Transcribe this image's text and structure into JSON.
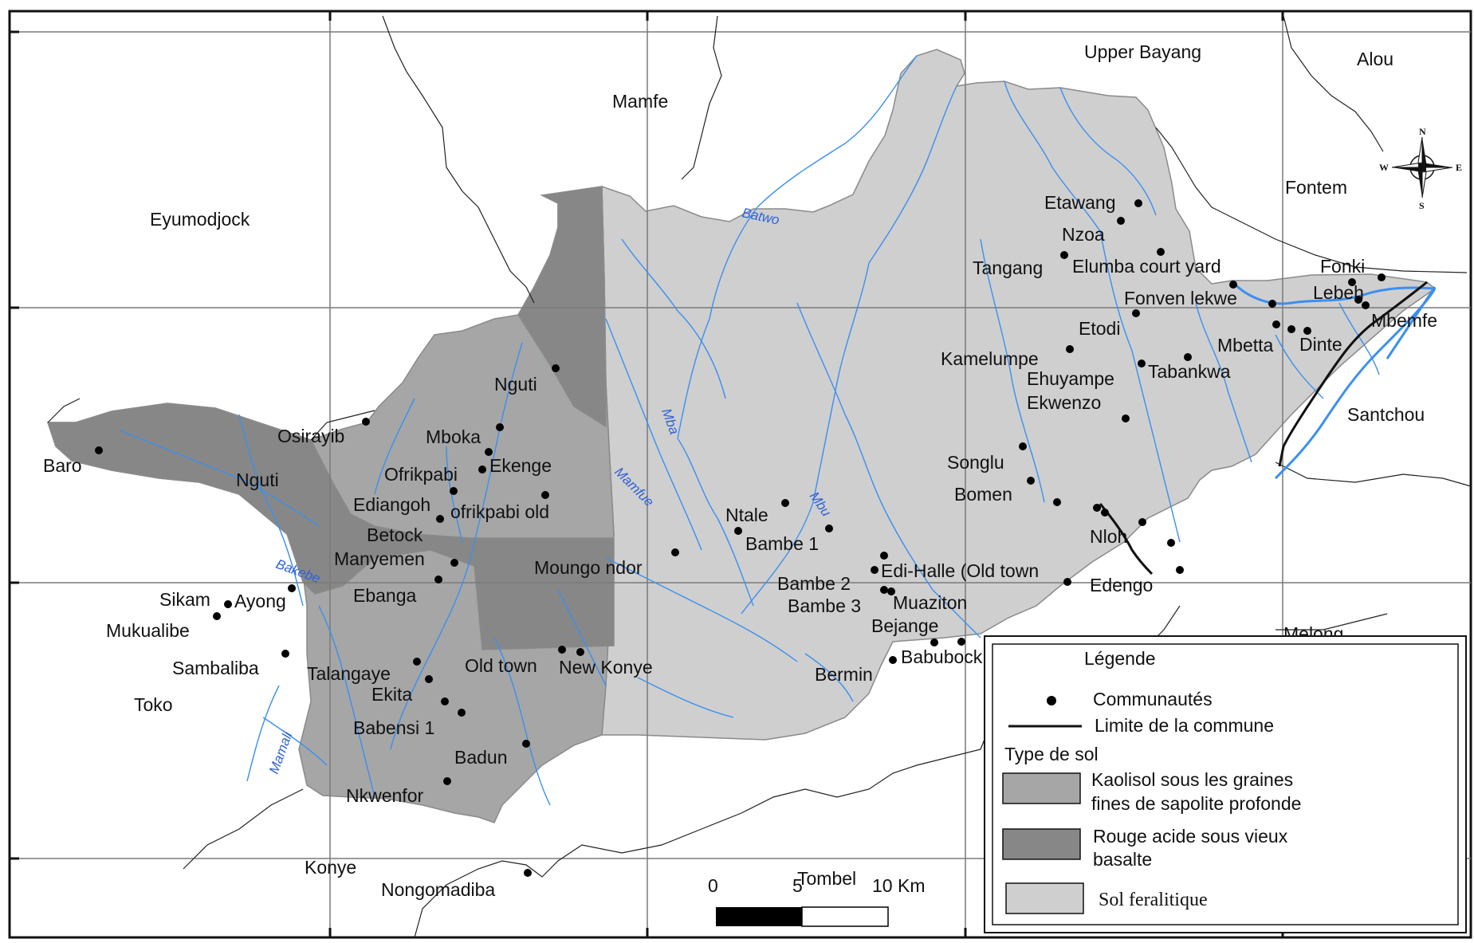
{
  "legend": {
    "title": "Légende",
    "communities": "Communautés",
    "boundary": "Limite de la commune",
    "soil_type": "Type de sol",
    "soil1_line1": "Kaolisol sous les graines",
    "soil1_line2": "fines de sapolite profonde",
    "soil2_line1": "Rouge acide sous vieux",
    "soil2_line2": "basalte",
    "soil3": "Sol feralitique"
  },
  "colors": {
    "kaolisol": "#a6a6a6",
    "rouge_acide": "#878787",
    "feralitique": "#cfcfcf",
    "river": "#3b8ff0",
    "boundary": "#111111"
  },
  "scale": {
    "tick0": "0",
    "tick5": "5",
    "tick10": "10 Km"
  },
  "compass": {
    "n": "N",
    "s": "S",
    "e": "E",
    "w": "W",
    "icon": "compass-rose-icon"
  },
  "regions": {
    "upper_bayang": "Upper Bayang",
    "alou": "Alou",
    "mamfe": "Mamfe",
    "eyumodjock": "Eyumodjock",
    "fontem": "Fontem",
    "santchou": "Santchou",
    "melong": "Melong",
    "toko": "Toko",
    "konye": "Konye",
    "tombel": "Tombel"
  },
  "rivers": {
    "batwo": "Batwo",
    "mba": "Mba",
    "mamfue": "Mamfue",
    "mbu": "Mbu",
    "bakebe": "Bakebe",
    "mamali": "Mamali"
  },
  "communities": {
    "etawang": "Etawang",
    "nzoa": "Nzoa",
    "tangang": "Tangang",
    "elumba": "Elumba court yard",
    "fonki": "Fonki",
    "lebeh": "Lebeh",
    "fonven": "Fonven lekwe",
    "mbemfe": "Mbemfe",
    "etodi": "Etodi",
    "mbetta": "Mbetta",
    "dinte": "Dinte",
    "kamelumpe": "Kamelumpe",
    "tabankwa": "Tabankwa",
    "ehuyampe": "Ehuyampe",
    "ekwenzo": "Ekwenzo",
    "songlu": "Songlu",
    "bomen": "Bomen",
    "nloh": "Nloh",
    "edengo": "Edengo",
    "nguti_v": "Nguti",
    "nguti_r": "Nguti",
    "osirayib": "Osirayib",
    "baro": "Baro",
    "mboka": "Mboka",
    "ofrikpabi": "Ofrikpabi",
    "ekenge": "Ekenge",
    "ediangoh": "Ediangoh",
    "ofrikpabi_old": "ofrikpabi old",
    "betock": "Betock",
    "manyemen": "Manyemen",
    "sikam": "Sikam",
    "ayong": "Ayong",
    "ebanga": "Ebanga",
    "mukualibe": "Mukualibe",
    "sambaliba": "Sambaliba",
    "talangaye": "Talangaye",
    "ekita": "Ekita",
    "babensi": "Babensi 1",
    "badun": "Badun",
    "nkwenfor": "Nkwenfor",
    "nongomadiba": "Nongomadiba",
    "moungo": "Moungo ndor",
    "old_town": "Old town",
    "new_konye": "New Konye",
    "ntale": "Ntale",
    "bambe1": "Bambe 1",
    "bambe2": "Bambe 2",
    "bambe3": "Bambe 3",
    "edihalle": "Edi-Halle (Old town",
    "muaziton": "Muaziton",
    "bejange": "Bejange",
    "babubock": "Babubock",
    "bermin": "Bermin"
  }
}
